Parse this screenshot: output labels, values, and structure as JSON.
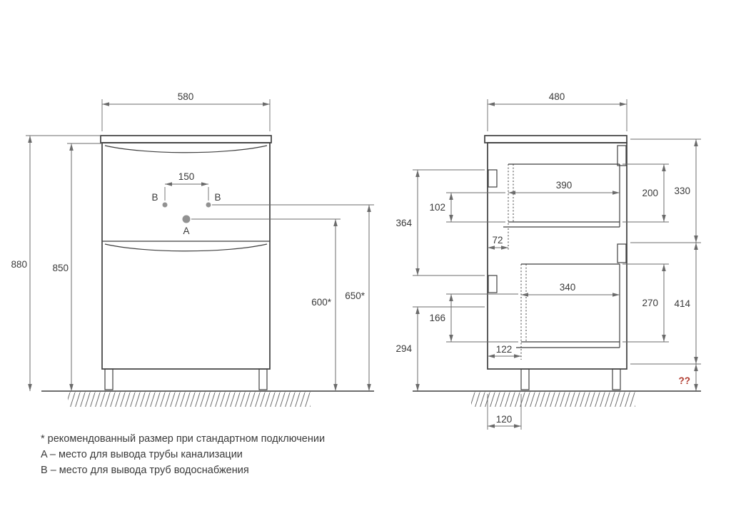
{
  "front_view": {
    "dims": {
      "width": "580",
      "overall_height": "880",
      "body_height": "850",
      "b_spacing": "150",
      "a_height": "600*",
      "b_height": "650*"
    },
    "points": {
      "a_label": "A",
      "b_left_label": "B",
      "b_right_label": "B"
    }
  },
  "side_view": {
    "dims": {
      "depth": "480",
      "upper_section": "330",
      "lower_section": "414",
      "upper_drawer_inner": "200",
      "lower_drawer_inner": "270",
      "left_upper_span": "364",
      "left_lower_span": "294",
      "upper_offset": "102",
      "lower_offset": "166",
      "front_gap": "72",
      "upper_drawer_depth": "390",
      "lower_drawer_depth": "340",
      "lower_front_inset": "122",
      "leg_inset": "120",
      "unknown": "??"
    }
  },
  "notes": [
    "* рекомендованный размер при стандартном подключении",
    "A – место для вывода трубы канализации",
    "B – место для вывода труб водоснабжения"
  ],
  "colors": {
    "line": "#6b6b6b",
    "cabinet": "#3f3f3f",
    "text": "#3a3a3a",
    "unknown": "#b03a2e"
  }
}
